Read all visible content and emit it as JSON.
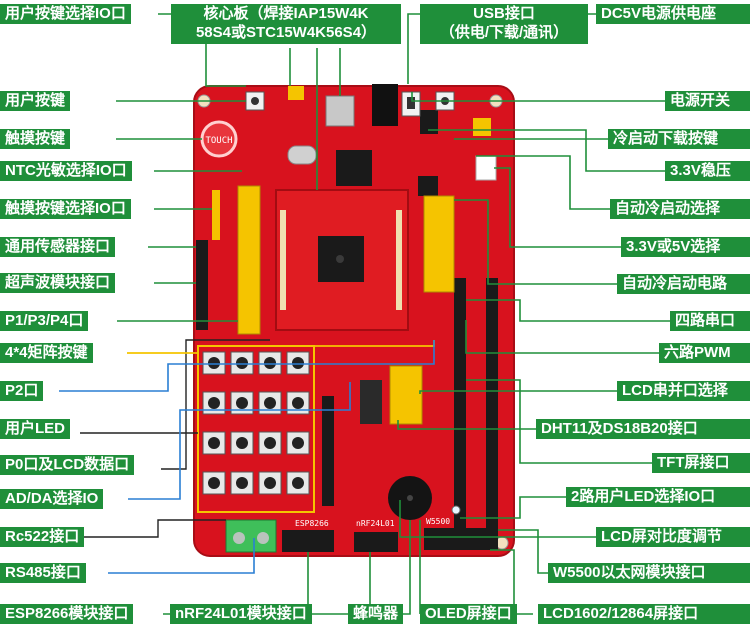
{
  "labels": {
    "user_key_select": "用户按键选择IO口",
    "core_board": "核心板（焊接IAP15W4K\n58S4或STC15W4K56S4）",
    "usb": "USB接口\n（供电/下载/通讯）",
    "dc5v": "DC5V电源供电座",
    "user_key": "用户按键",
    "power_switch": "电源开关",
    "touch_key": "触摸按键",
    "cold_start": "冷启动下载按键",
    "ntc": "NTC光敏选择IO口",
    "reg33": "3.3V稳压",
    "touch_select": "触摸按键选择IO口",
    "auto_cold_select": "自动冷启动选择",
    "sensor": "通用传感器接口",
    "volt_select": "3.3V或5V选择",
    "ultrasonic": "超声波模块接口",
    "auto_cold_circuit": "自动冷启动电路",
    "p1p3p4": "P1/P3/P4口",
    "four_uart": "四路串口",
    "matrix_key": "4*4矩阵按键",
    "six_pwm": "六路PWM",
    "p2": "P2口",
    "lcd_serial": "LCD串并口选择",
    "user_led": "用户LED",
    "dht11": "DHT11及DS18B20接口",
    "p0_lcd": "P0口及LCD数据口",
    "tft": "TFT屏接口",
    "adda": "AD/DA选择IO",
    "led_select": "2路用户LED选择IO口",
    "rc522": "Rc522接口",
    "lcd_contrast": "LCD屏对比度调节",
    "rs485": "RS485接口",
    "w5500": "W5500以太网模块接口",
    "esp8266": "ESP8266模块接口",
    "nrf24": "nRF24L01模块接口",
    "buzzer": "蜂鸣器",
    "oled": "OLED屏接口",
    "lcd1602": "LCD1602/12864屏接口"
  },
  "silkscreen": {
    "touch": "TOUCH",
    "esp": "ESP8266",
    "nrf": "nRF24L01",
    "w5500": "W5500"
  },
  "colors": {
    "label_bg": "#1f8f3a",
    "pcb": "#d8121e",
    "line_green": "#1f8f3a",
    "line_black": "#222222",
    "line_blue": "#2a7fd4",
    "line_yellow": "#f5c400"
  }
}
